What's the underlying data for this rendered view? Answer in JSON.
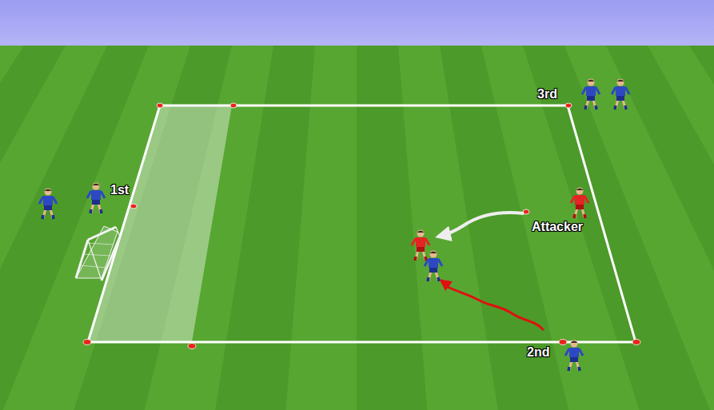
{
  "diagram": {
    "labels": [
      "3rd",
      "1st",
      "Attacker",
      "2nd"
    ]
  }
}
